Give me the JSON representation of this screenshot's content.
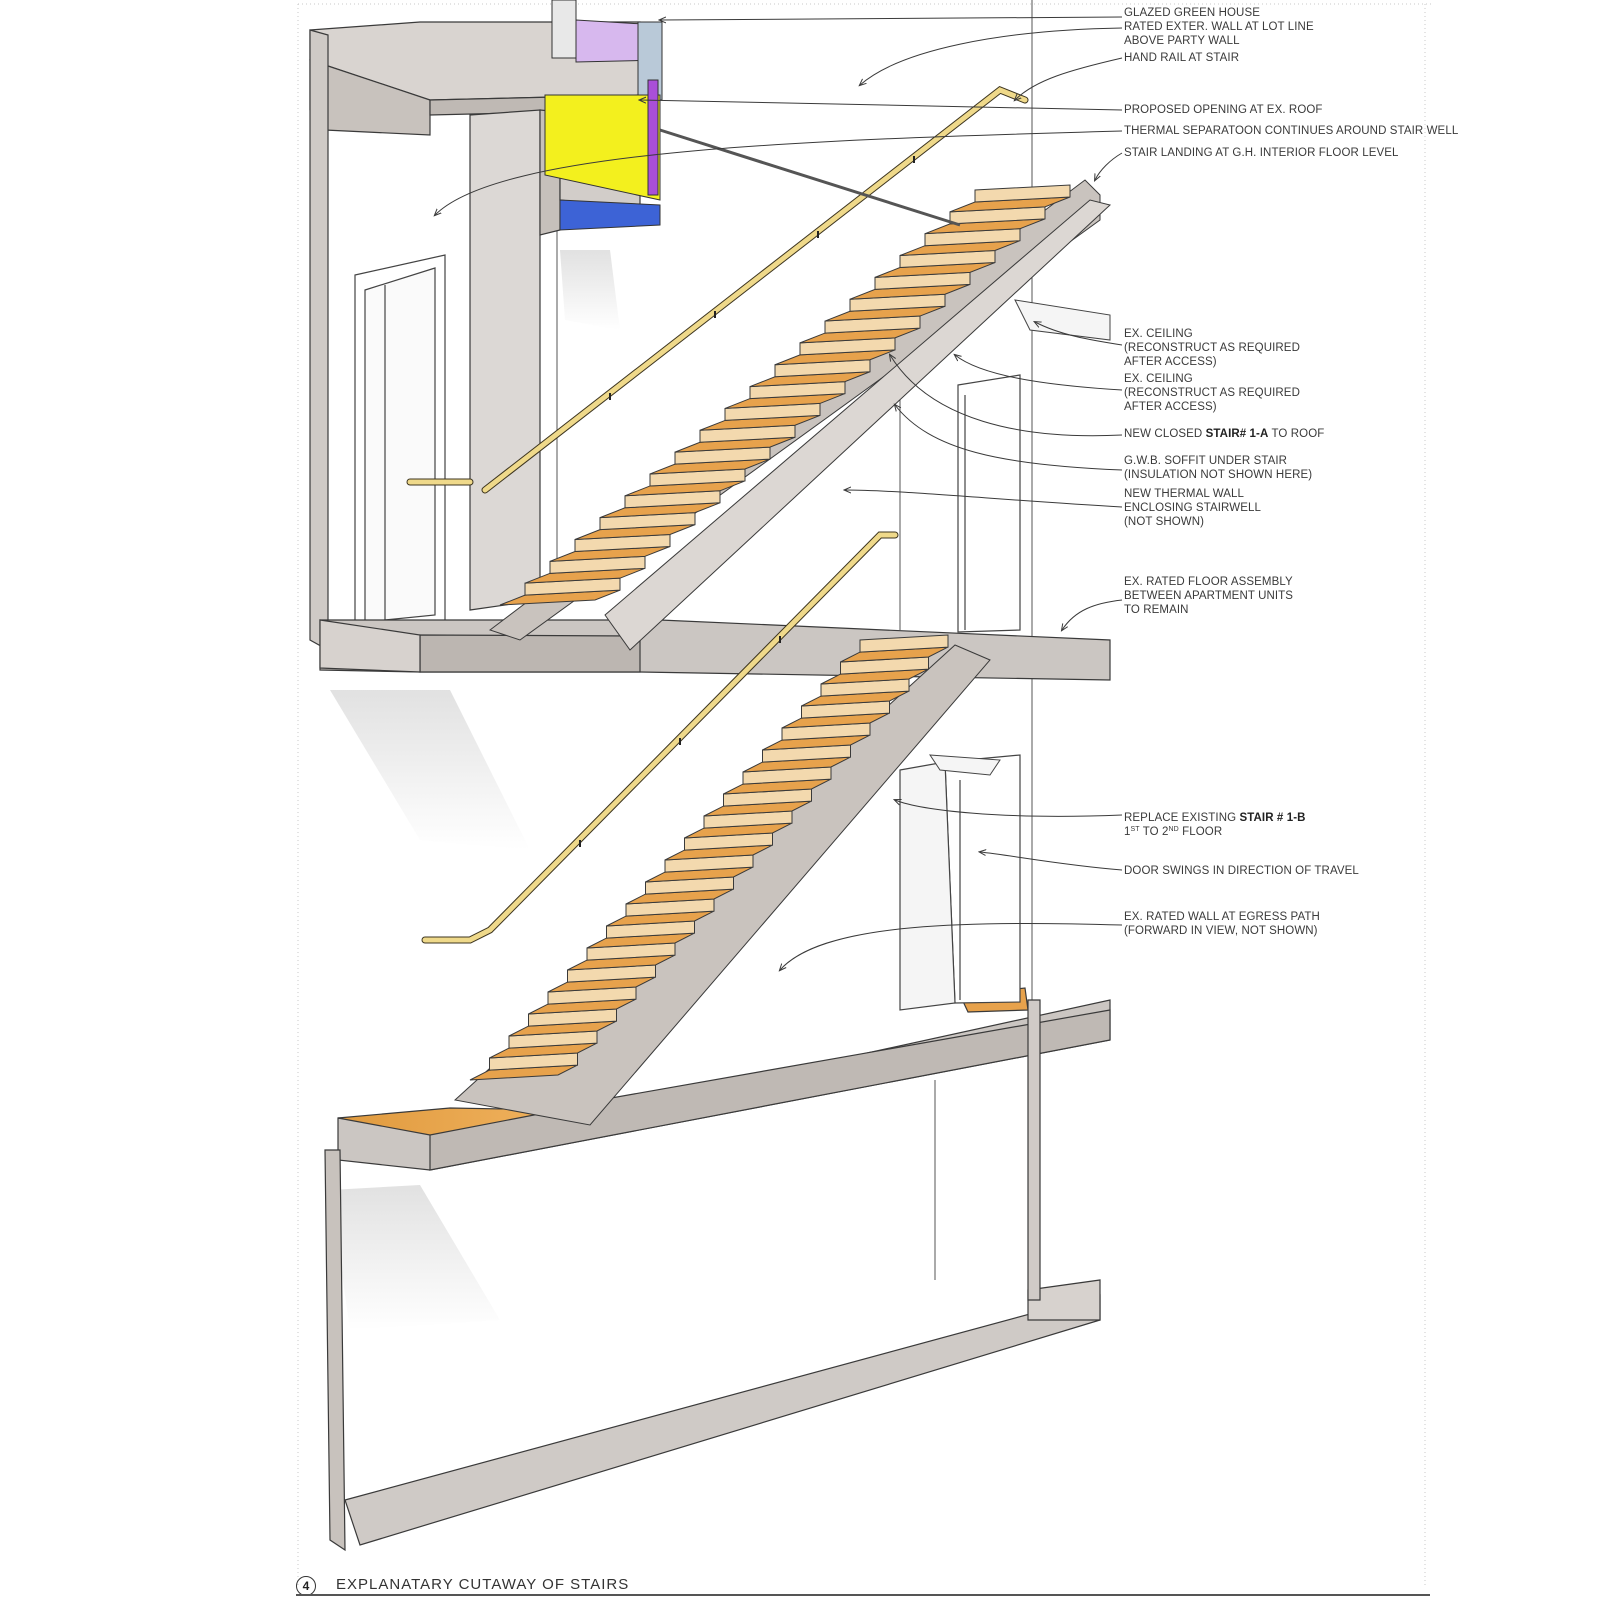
{
  "drawing": {
    "title_number": "4",
    "title": "EXPLANATARY CUTAWAY OF STAIRS"
  },
  "annotations": [
    {
      "id": "glazed-green-house",
      "lines": [
        "GLAZED GREEN HOUSE",
        "RATED EXTER. WALL AT LOT LINE",
        "ABOVE PARTY WALL"
      ]
    },
    {
      "id": "hand-rail",
      "lines": [
        "HAND RAIL AT STAIR"
      ]
    },
    {
      "id": "proposed-opening",
      "lines": [
        "PROPOSED OPENING AT EX. ROOF"
      ]
    },
    {
      "id": "thermal-separation",
      "lines": [
        "THERMAL SEPARATOON CONTINUES AROUND STAIR WELL"
      ]
    },
    {
      "id": "stair-landing",
      "lines": [
        "STAIR LANDING AT G.H. INTERIOR FLOOR  LEVEL"
      ]
    },
    {
      "id": "ex-ceiling-1",
      "lines": [
        "EX. CEILING",
        "(RECONSTRUCT AS REQUIRED",
        "AFTER ACCESS)"
      ]
    },
    {
      "id": "ex-ceiling-2",
      "lines": [
        "EX. CEILING",
        "(RECONSTRUCT AS REQUIRED",
        "AFTER ACCESS)"
      ]
    },
    {
      "id": "new-closed-stair",
      "text_before": "NEW CLOSED ",
      "bold": "STAIR# 1-A",
      "text_after": " TO ROOF"
    },
    {
      "id": "gwb-soffit",
      "lines": [
        "G.W.B. SOFFIT UNDER STAIR",
        "(INSULATION NOT SHOWN HERE)"
      ]
    },
    {
      "id": "new-thermal-wall",
      "lines": [
        "NEW THERMAL WALL",
        "ENCLOSING STAIRWELL",
        "(NOT SHOWN)"
      ]
    },
    {
      "id": "ex-rated-floor",
      "lines": [
        "EX. RATED FLOOR ASSEMBLY",
        "BETWEEN APARTMENT UNITS",
        "TO REMAIN"
      ]
    },
    {
      "id": "replace-stair",
      "text_before": "REPLACE EXISTING ",
      "bold": "STAIR # 1-B",
      "line2_a": "1",
      "line2_sup_a": "ST",
      "line2_b": " TO 2",
      "line2_sup_b": "ND",
      "line2_c": " FLOOR"
    },
    {
      "id": "door-swings",
      "lines": [
        "DOOR SWINGS IN DIRECTION OF TRAVEL"
      ]
    },
    {
      "id": "ex-rated-wall",
      "lines": [
        "EX. RATED WALL AT EGRESS PATH",
        "(FORWARD IN VIEW, NOT SHOWN)"
      ]
    }
  ],
  "colors": {
    "wall": "#cfcac6",
    "wall_dark": "#b3aca7",
    "tread": "#e7a24c",
    "riser": "#f3d9ae",
    "handrail": "#efd98a",
    "glazing_yellow": "#f3f01e",
    "glazing_purple": "#a94fd8",
    "glazing_blue": "#3d63d6",
    "line": "#3a3a3a"
  }
}
